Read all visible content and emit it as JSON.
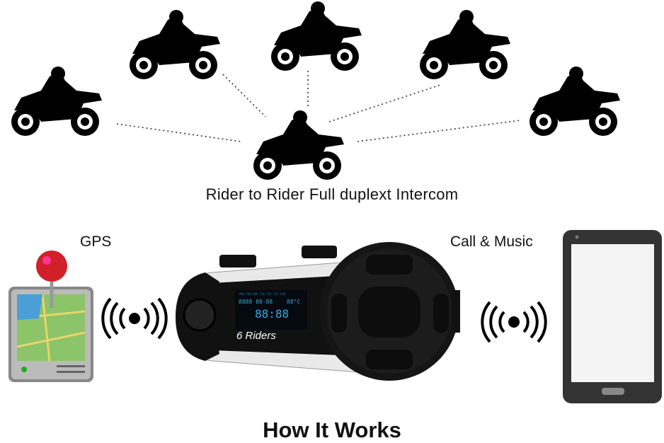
{
  "diagram": {
    "caption": "Rider to Rider Full duplext Intercom",
    "gps_label": "GPS",
    "phone_label": "Call & Music",
    "title": "How It Works",
    "device": {
      "brand_text": "6 Riders",
      "lcd_days": "MON TUE WED THU FRI SAT SUN",
      "lcd_date": "8888 88-88",
      "lcd_temp": "88°C",
      "lcd_time": "88:88"
    },
    "riders_count": 6
  }
}
